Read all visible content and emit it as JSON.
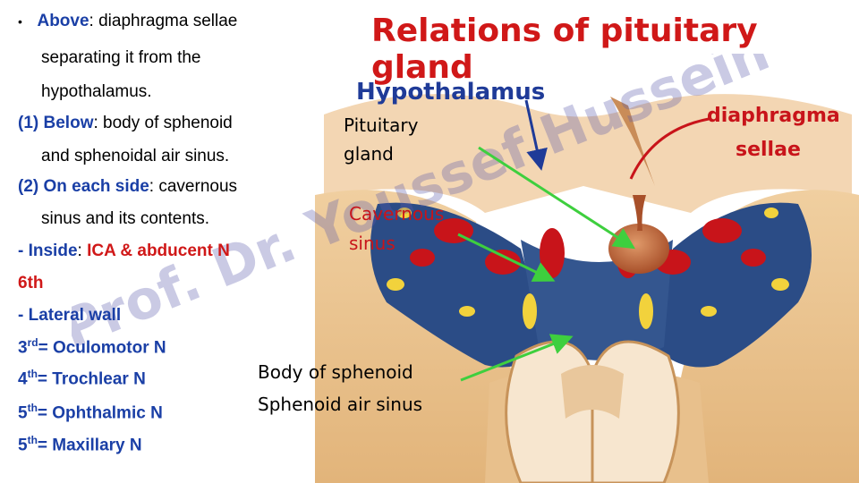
{
  "title": "Relations of pituitary gland",
  "text_lines": {
    "above_label": "Above",
    "above_text": ": diaphragma sellae",
    "above_cont1": "separating it from the",
    "above_cont2": "hypothalamus.",
    "below_num": "(1)",
    "below_label": "Below",
    "below_text": ": body of sphenoid",
    "below_cont": "and sphenoidal air sinus.",
    "side_num": "(2)",
    "side_label": "On each side",
    "side_text": ": cavernous",
    "side_cont": "sinus and its contents.",
    "inside_dash": "- ",
    "inside_label": "Inside",
    "inside_colon": ": ",
    "inside_text": "ICA & abducent N",
    "inside_cont": "6th",
    "lateral": "- Lateral wall",
    "n3_num": "3",
    "n3_sup": "rd",
    "n3_text": "= Oculomotor N",
    "n4_num": "4",
    "n4_sup": "th",
    "n4_text": "= Trochlear N",
    "n5a_num": "5",
    "n5a_sup": "th",
    "n5a_text": "= Ophthalmic N",
    "n5b_num": "5",
    "n5b_sup": "th",
    "n5b_text": "= Maxillary N"
  },
  "bullet": "•",
  "labels": {
    "hypothalamus": "Hypothalamus",
    "pituitary": "Pituitary",
    "gland": "gland",
    "diaphragma": "diaphragma",
    "sellae": "sellae",
    "cavernous": "Cavernous",
    "sinus": "sinus",
    "body": "Body of sphenoid",
    "air_sinus": "Sphenoid air sinus"
  },
  "watermark": "Prof. Dr. Youssef Hussein",
  "colors": {
    "title_red": "#d01818",
    "text_blue": "#1a3fa6",
    "arrow_green": "#3ecf3e",
    "hypothalamus_blue": "#1f3b98"
  }
}
